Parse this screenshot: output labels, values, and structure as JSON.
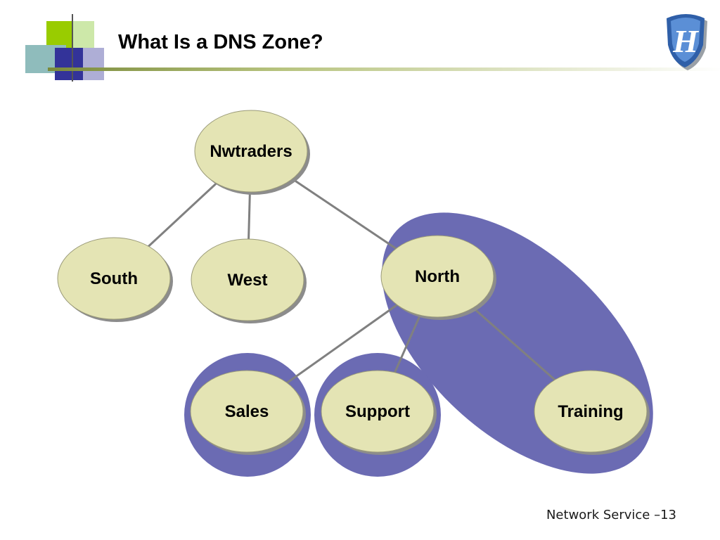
{
  "slide": {
    "title": "What Is a DNS Zone?",
    "footer": "Network Service –13"
  },
  "colors": {
    "node_fill": "#e4e4b4",
    "node_shadow": "#8c8c8c",
    "zone_fill": "#6b6bb3",
    "connector": "#808080",
    "accent_green": "#99cc00",
    "accent_navy": "#333399",
    "accent_teal": "#8fbcbc"
  },
  "diagram": {
    "nodes": [
      {
        "id": "nwtraders",
        "label": "Nwtraders"
      },
      {
        "id": "south",
        "label": "South"
      },
      {
        "id": "west",
        "label": "West"
      },
      {
        "id": "north",
        "label": "North"
      },
      {
        "id": "sales",
        "label": "Sales"
      },
      {
        "id": "support",
        "label": "Support"
      },
      {
        "id": "training",
        "label": "Training"
      }
    ],
    "edges": [
      {
        "from": "nwtraders",
        "to": "south"
      },
      {
        "from": "nwtraders",
        "to": "west"
      },
      {
        "from": "nwtraders",
        "to": "north"
      },
      {
        "from": "north",
        "to": "sales"
      },
      {
        "from": "north",
        "to": "support"
      },
      {
        "from": "north",
        "to": "training"
      }
    ],
    "zones": [
      {
        "id": "zone-north-training",
        "members": [
          "north",
          "training"
        ]
      },
      {
        "id": "zone-sales",
        "members": [
          "sales"
        ]
      },
      {
        "id": "zone-support",
        "members": [
          "support"
        ]
      }
    ]
  },
  "logo": {
    "icon": "shield-h-logo-icon"
  }
}
